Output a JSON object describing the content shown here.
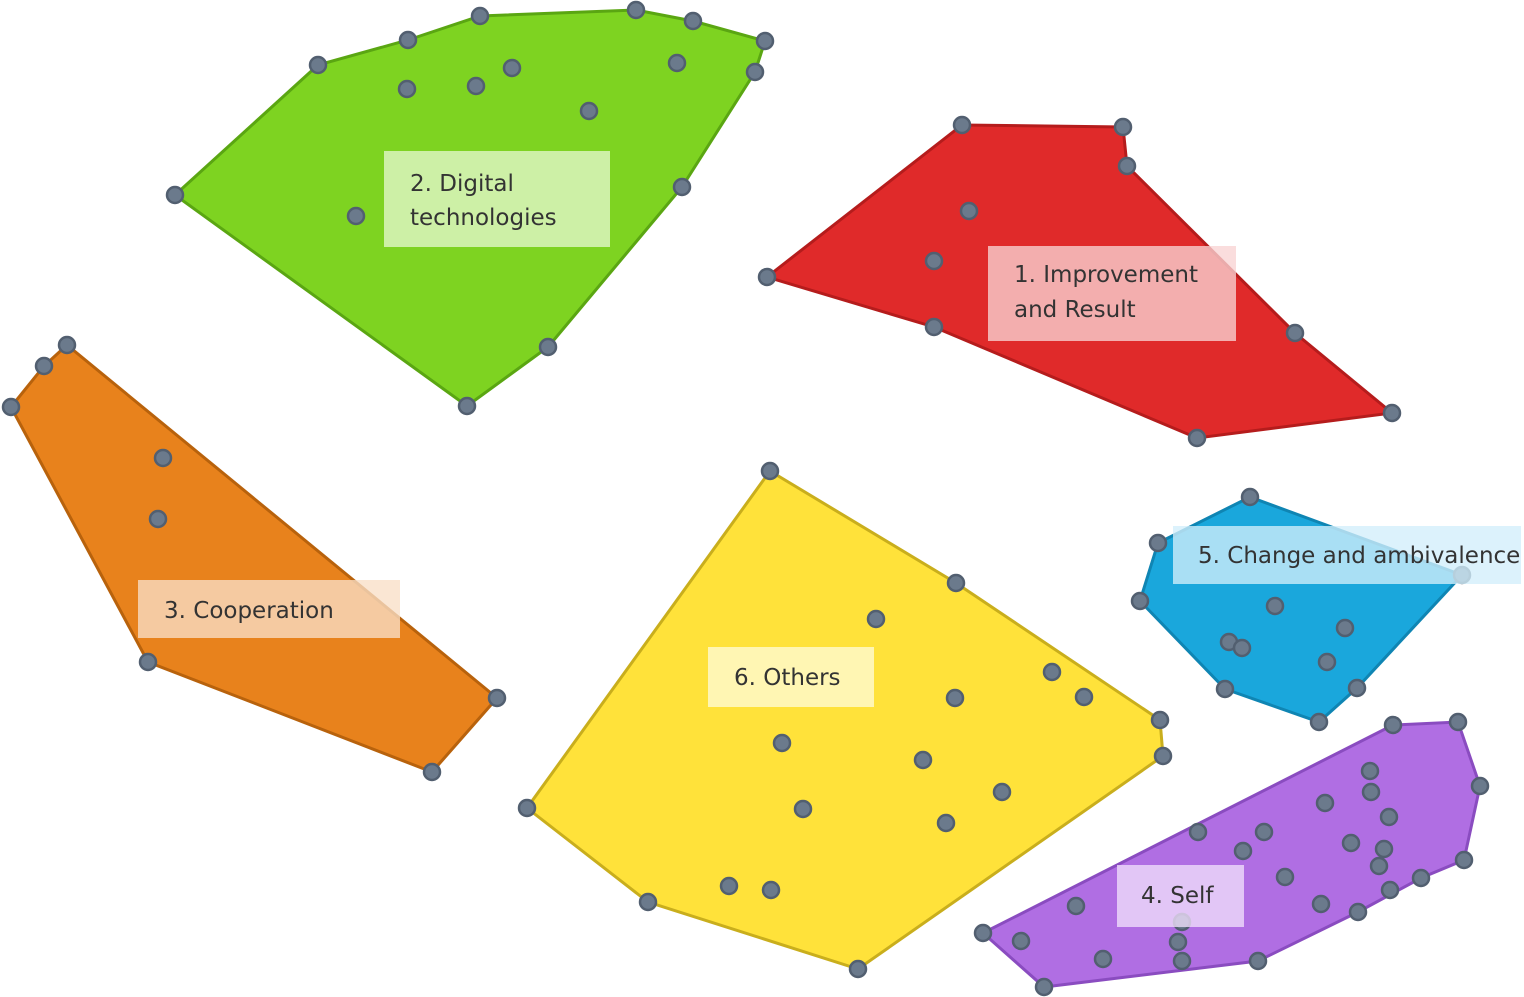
{
  "clusters": [
    {
      "id": "digital",
      "label_lines": [
        "2. Digital",
        "technologies"
      ],
      "fill": "#7ed321",
      "stroke": "#5aa612",
      "label_bg": "#e3f8cc"
    },
    {
      "id": "improvement",
      "label_lines": [
        "1. Improvement",
        "and Result"
      ],
      "fill": "#e02a2a",
      "stroke": "#b51c1c",
      "label_bg": "#f9d3d3"
    },
    {
      "id": "cooperation",
      "label_lines": [
        "3. Cooperation"
      ],
      "fill": "#e8821c",
      "stroke": "#b8620c",
      "label_bg": "#f8dfc6"
    },
    {
      "id": "others",
      "label_lines": [
        "6. Others"
      ],
      "fill": "#ffe23a",
      "stroke": "#c9ae1c",
      "label_bg": "#fffbd6"
    },
    {
      "id": "change",
      "label_lines": [
        "5. Change and ambivalence"
      ],
      "fill": "#1aa7dc",
      "stroke": "#0f85b3",
      "label_bg": "#d2eefb"
    },
    {
      "id": "self",
      "label_lines": [
        "4. Self"
      ],
      "fill": "#b06ee3",
      "stroke": "#8a4cc0",
      "label_bg": "#efdffb"
    }
  ]
}
